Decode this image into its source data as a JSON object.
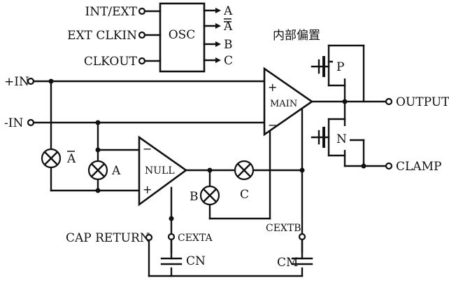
{
  "osc": {
    "inputs": [
      "INT/EXT",
      "EXT CLKIN",
      "CLKOUT"
    ],
    "name": "OSC",
    "outputs": [
      "A",
      "A",
      "B",
      "C"
    ]
  },
  "bias_label": "内部偏置",
  "terminals": {
    "pos_in": "+IN",
    "neg_in": "-IN",
    "output": "OUTPUT",
    "clamp": "CLAMP",
    "cap_return": "CAP RETURN"
  },
  "amplifiers": {
    "main": "MAIN",
    "null": "NULL",
    "plus": "+",
    "minus": "−"
  },
  "switches": {
    "a_bar": "A",
    "a": "A",
    "b": "B",
    "c": "C"
  },
  "transistors": {
    "p": "P",
    "n": "N"
  },
  "caps": {
    "cexta": "CEXTA",
    "cextb": "CEXTB",
    "cn": "CN",
    "cm": "CM"
  }
}
